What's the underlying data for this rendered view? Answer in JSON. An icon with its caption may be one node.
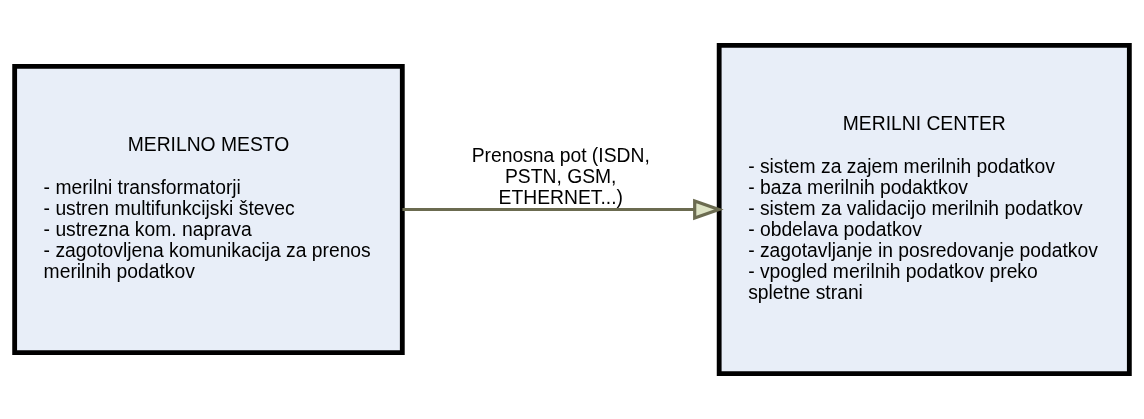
{
  "diagram": {
    "nodes": [
      {
        "text": [
          "MERILNO MESTO",
          "- merilni transformatorji",
          "- ustren multifunkcijski števec",
          "- ustrezna kom. naprava",
          "- zagotovljena komunikacija za prenos merilnih podatkov"
        ]
      },
      {
        "text": [
          "MERILNI CENTER",
          "- sistem za zajem merilnih podatkov",
          "- baza merilnih podaktkov",
          "- sistem za validacijo merilnih podatkov",
          "- obdelava podatkov",
          "- zagotavljanje in posredovanje podatkov",
          "- vpogled merilnih podatkov preko spletne strani"
        ]
      }
    ],
    "edges": [
      {
        "from": 0,
        "to": 1,
        "arrow": "to",
        "label": "Prenosna pot (ISDN, PSTN, GSM, ETHERNET...)"
      }
    ]
  }
}
